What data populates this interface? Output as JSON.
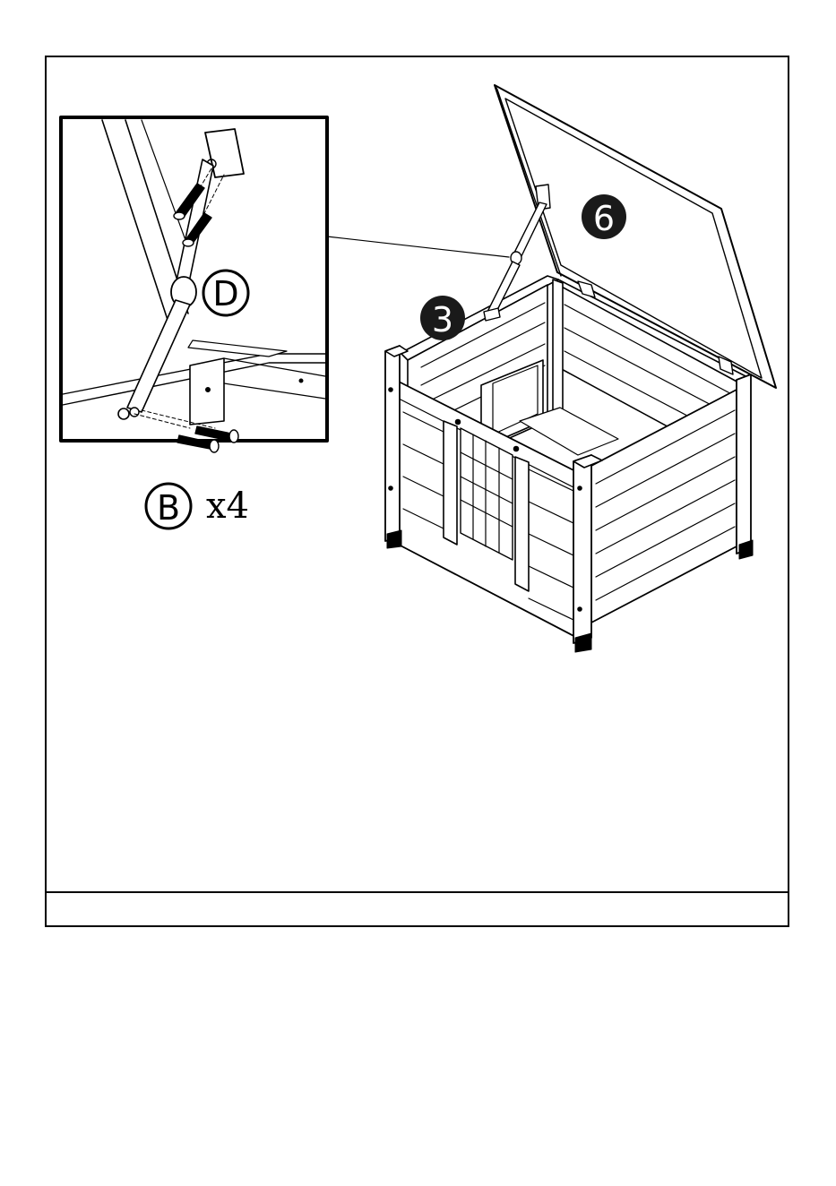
{
  "detail": {
    "part_letter": "D",
    "screw_letter": "B",
    "screw_qty": "x4"
  },
  "main": {
    "lid_step": "6",
    "wall_step": "3"
  },
  "colors": {
    "line": "#000000",
    "wood": "#ffffff",
    "accent_fill": "#1a1a1a"
  }
}
